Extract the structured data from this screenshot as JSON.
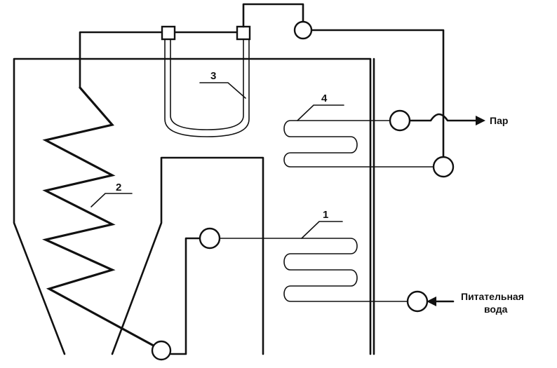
{
  "labels": {
    "economizer": "1",
    "screen_tubes": "2",
    "drum_bend": "3",
    "superheater": "4",
    "steam_out": "Пар",
    "feedwater_line1": "Питательная",
    "feedwater_line2": "вода"
  },
  "colors": {
    "line": "#111111",
    "background": "#ffffff"
  }
}
